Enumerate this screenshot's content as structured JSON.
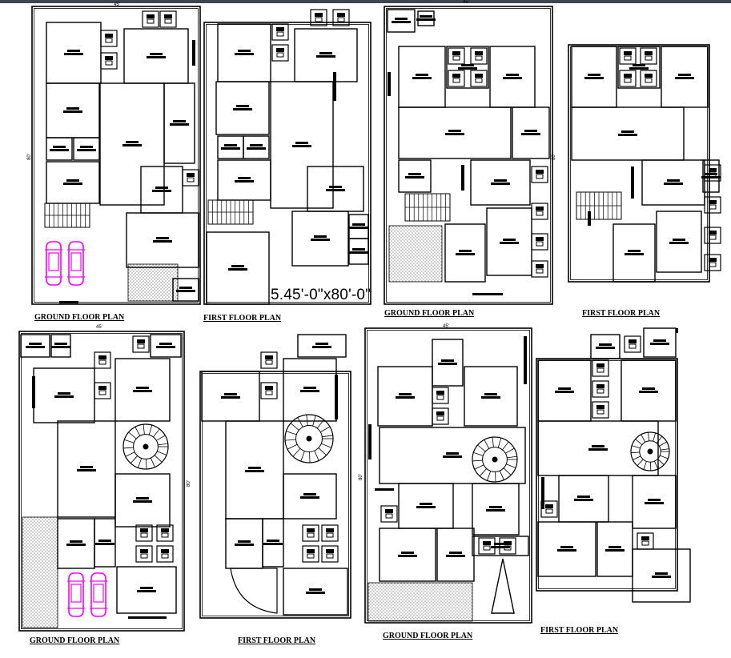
{
  "headline": "5.45'-0\"x80'-0\"",
  "dims": {
    "width": "45'",
    "depth": "80'"
  },
  "captions": {
    "p1": "GROUND FLOOR PLAN",
    "p2": "FIRST FLOOR PLAN",
    "p3": "GROUND FLOOR PLAN",
    "p4": "FIRST FLOOR PLAN",
    "p5": "GROUND FLOOR PLAN",
    "p6": "FIRST FLOOR PLAN",
    "p7": "GROUND FLOOR PLAN",
    "p8": "FIRST FLOOR PLAN"
  },
  "colors": {
    "line": "#000000",
    "car": "#ff00ff",
    "topbar": "#3d4550"
  }
}
